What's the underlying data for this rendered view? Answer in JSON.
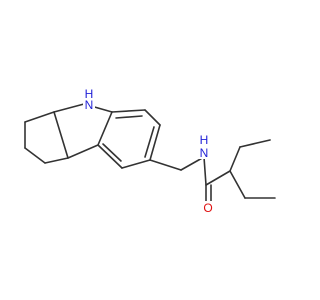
{
  "structure": {
    "atom_labels": {
      "nh": "H",
      "n_indole": "N",
      "n_amide": "N",
      "h_amide": "H",
      "o": "O"
    },
    "colors": {
      "bond": "#333333",
      "nitrogen": "#1f1fd6",
      "oxygen": "#e01010",
      "background": "#ffffff"
    }
  }
}
